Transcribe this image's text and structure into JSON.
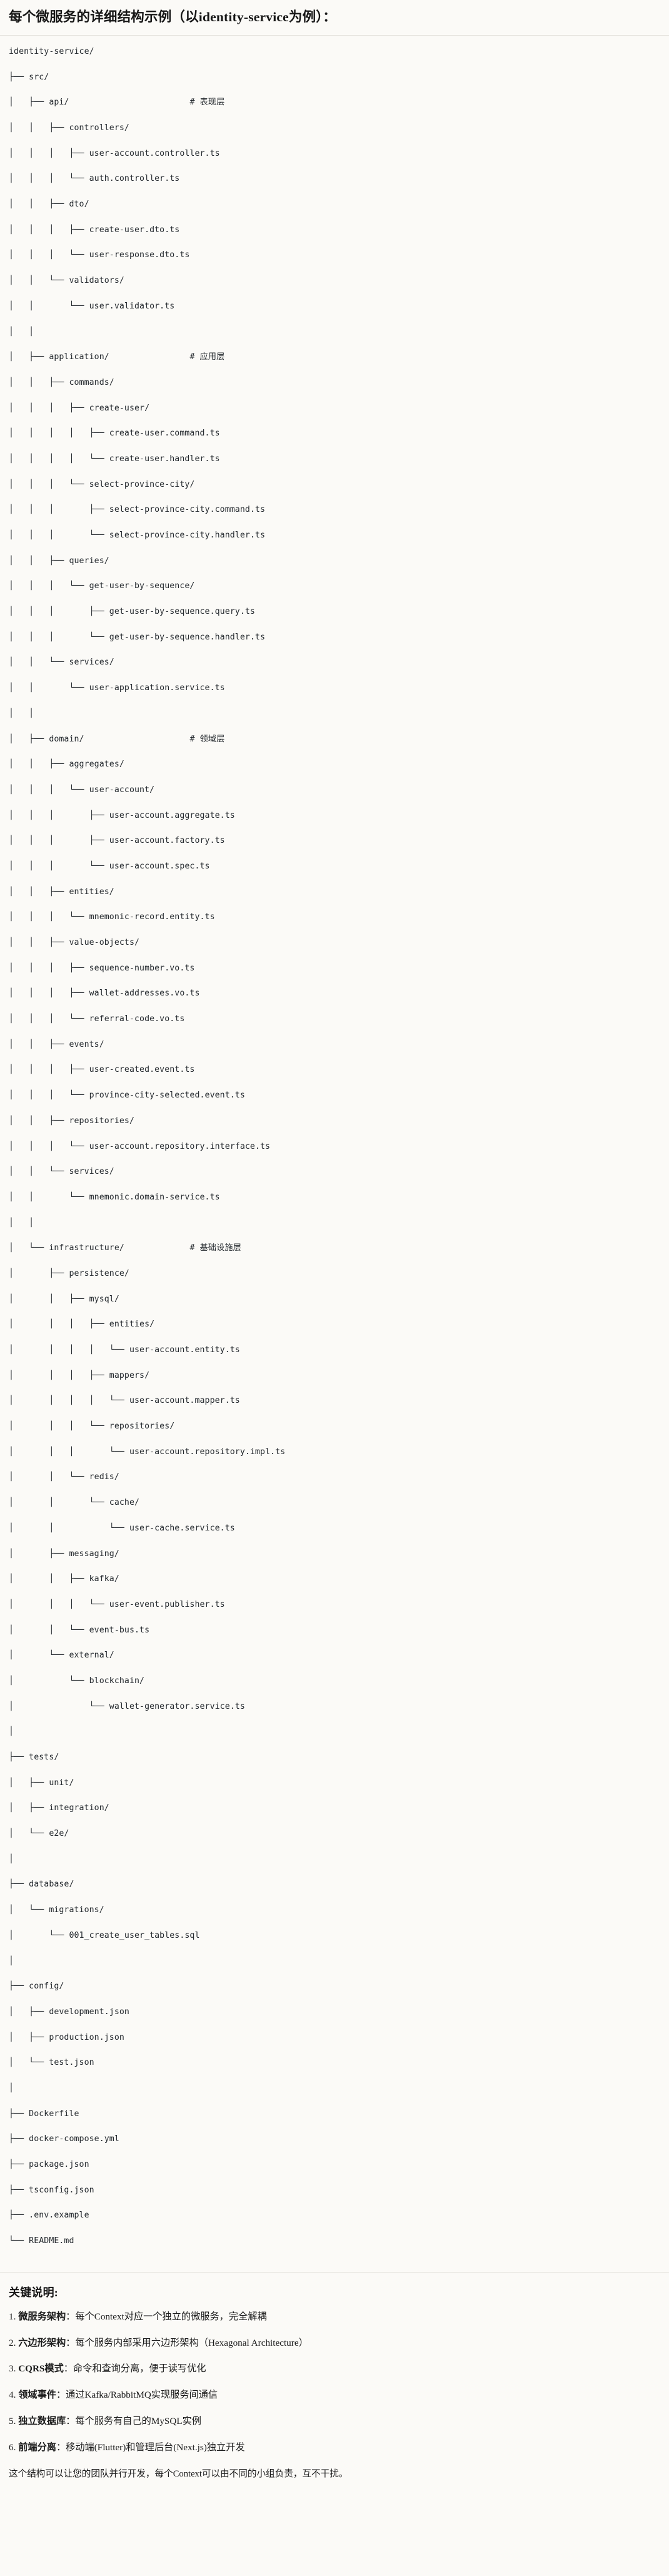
{
  "header": {
    "title": "每个微服务的详细结构示例（以identity-service为例）："
  },
  "tree": {
    "root": "identity-service/",
    "lines": [
      {
        "text": "identity-service/",
        "comment": ""
      },
      {
        "text": "├── src/",
        "comment": ""
      },
      {
        "text": "│   ├── api/",
        "comment": "# 表现层"
      },
      {
        "text": "│   │   ├── controllers/",
        "comment": ""
      },
      {
        "text": "│   │   │   ├── user-account.controller.ts",
        "comment": ""
      },
      {
        "text": "│   │   │   └── auth.controller.ts",
        "comment": ""
      },
      {
        "text": "│   │   ├── dto/",
        "comment": ""
      },
      {
        "text": "│   │   │   ├── create-user.dto.ts",
        "comment": ""
      },
      {
        "text": "│   │   │   └── user-response.dto.ts",
        "comment": ""
      },
      {
        "text": "│   │   └── validators/",
        "comment": ""
      },
      {
        "text": "│   │       └── user.validator.ts",
        "comment": ""
      },
      {
        "text": "│   │",
        "comment": ""
      },
      {
        "text": "│   ├── application/",
        "comment": "# 应用层"
      },
      {
        "text": "│   │   ├── commands/",
        "comment": ""
      },
      {
        "text": "│   │   │   ├── create-user/",
        "comment": ""
      },
      {
        "text": "│   │   │   │   ├── create-user.command.ts",
        "comment": ""
      },
      {
        "text": "│   │   │   │   └── create-user.handler.ts",
        "comment": ""
      },
      {
        "text": "│   │   │   └── select-province-city/",
        "comment": ""
      },
      {
        "text": "│   │   │       ├── select-province-city.command.ts",
        "comment": ""
      },
      {
        "text": "│   │   │       └── select-province-city.handler.ts",
        "comment": ""
      },
      {
        "text": "│   │   ├── queries/",
        "comment": ""
      },
      {
        "text": "│   │   │   └── get-user-by-sequence/",
        "comment": ""
      },
      {
        "text": "│   │   │       ├── get-user-by-sequence.query.ts",
        "comment": ""
      },
      {
        "text": "│   │   │       └── get-user-by-sequence.handler.ts",
        "comment": ""
      },
      {
        "text": "│   │   └── services/",
        "comment": ""
      },
      {
        "text": "│   │       └── user-application.service.ts",
        "comment": ""
      },
      {
        "text": "│   │",
        "comment": ""
      },
      {
        "text": "│   ├── domain/",
        "comment": "# 领域层"
      },
      {
        "text": "│   │   ├── aggregates/",
        "comment": ""
      },
      {
        "text": "│   │   │   └── user-account/",
        "comment": ""
      },
      {
        "text": "│   │   │       ├── user-account.aggregate.ts",
        "comment": ""
      },
      {
        "text": "│   │   │       ├── user-account.factory.ts",
        "comment": ""
      },
      {
        "text": "│   │   │       └── user-account.spec.ts",
        "comment": ""
      },
      {
        "text": "│   │   ├── entities/",
        "comment": ""
      },
      {
        "text": "│   │   │   └── mnemonic-record.entity.ts",
        "comment": ""
      },
      {
        "text": "│   │   ├── value-objects/",
        "comment": ""
      },
      {
        "text": "│   │   │   ├── sequence-number.vo.ts",
        "comment": ""
      },
      {
        "text": "│   │   │   ├── wallet-addresses.vo.ts",
        "comment": ""
      },
      {
        "text": "│   │   │   └── referral-code.vo.ts",
        "comment": ""
      },
      {
        "text": "│   │   ├── events/",
        "comment": ""
      },
      {
        "text": "│   │   │   ├── user-created.event.ts",
        "comment": ""
      },
      {
        "text": "│   │   │   └── province-city-selected.event.ts",
        "comment": ""
      },
      {
        "text": "│   │   ├── repositories/",
        "comment": ""
      },
      {
        "text": "│   │   │   └── user-account.repository.interface.ts",
        "comment": ""
      },
      {
        "text": "│   │   └── services/",
        "comment": ""
      },
      {
        "text": "│   │       └── mnemonic.domain-service.ts",
        "comment": ""
      },
      {
        "text": "│   │",
        "comment": ""
      },
      {
        "text": "│   └── infrastructure/",
        "comment": "# 基础设施层"
      },
      {
        "text": "│       ├── persistence/",
        "comment": ""
      },
      {
        "text": "│       │   ├── mysql/",
        "comment": ""
      },
      {
        "text": "│       │   │   ├── entities/",
        "comment": ""
      },
      {
        "text": "│       │   │   │   └── user-account.entity.ts",
        "comment": ""
      },
      {
        "text": "│       │   │   ├── mappers/",
        "comment": ""
      },
      {
        "text": "│       │   │   │   └── user-account.mapper.ts",
        "comment": ""
      },
      {
        "text": "│       │   │   └── repositories/",
        "comment": ""
      },
      {
        "text": "│       │   │       └── user-account.repository.impl.ts",
        "comment": ""
      },
      {
        "text": "│       │   └── redis/",
        "comment": ""
      },
      {
        "text": "│       │       └── cache/",
        "comment": ""
      },
      {
        "text": "│       │           └── user-cache.service.ts",
        "comment": ""
      },
      {
        "text": "│       ├── messaging/",
        "comment": ""
      },
      {
        "text": "│       │   ├── kafka/",
        "comment": ""
      },
      {
        "text": "│       │   │   └── user-event.publisher.ts",
        "comment": ""
      },
      {
        "text": "│       │   └── event-bus.ts",
        "comment": ""
      },
      {
        "text": "│       └── external/",
        "comment": ""
      },
      {
        "text": "│           └── blockchain/",
        "comment": ""
      },
      {
        "text": "│               └── wallet-generator.service.ts",
        "comment": ""
      },
      {
        "text": "│",
        "comment": ""
      },
      {
        "text": "├── tests/",
        "comment": ""
      },
      {
        "text": "│   ├── unit/",
        "comment": ""
      },
      {
        "text": "│   ├── integration/",
        "comment": ""
      },
      {
        "text": "│   └── e2e/",
        "comment": ""
      },
      {
        "text": "│",
        "comment": ""
      },
      {
        "text": "├── database/",
        "comment": ""
      },
      {
        "text": "│   └── migrations/",
        "comment": ""
      },
      {
        "text": "│       └── 001_create_user_tables.sql",
        "comment": ""
      },
      {
        "text": "│",
        "comment": ""
      },
      {
        "text": "├── config/",
        "comment": ""
      },
      {
        "text": "│   ├── development.json",
        "comment": ""
      },
      {
        "text": "│   ├── production.json",
        "comment": ""
      },
      {
        "text": "│   └── test.json",
        "comment": ""
      },
      {
        "text": "│",
        "comment": ""
      },
      {
        "text": "├── Dockerfile",
        "comment": ""
      },
      {
        "text": "├── docker-compose.yml",
        "comment": ""
      },
      {
        "text": "├── package.json",
        "comment": ""
      },
      {
        "text": "├── tsconfig.json",
        "comment": ""
      },
      {
        "text": "├── .env.example",
        "comment": ""
      },
      {
        "text": "└── README.md",
        "comment": ""
      }
    ]
  },
  "notes": {
    "heading": "关键说明:",
    "items": [
      {
        "num": "1.",
        "term": "微服务架构",
        "sep": "：",
        "desc": "每个Context对应一个独立的微服务，完全解耦"
      },
      {
        "num": "2.",
        "term": "六边形架构",
        "sep": "：",
        "desc": "每个服务内部采用六边形架构（Hexagonal Architecture）"
      },
      {
        "num": "3.",
        "term": "CQRS模式",
        "sep": "：",
        "desc": "命令和查询分离，便于读写优化"
      },
      {
        "num": "4.",
        "term": "领域事件",
        "sep": "：",
        "desc": "通过Kafka/RabbitMQ实现服务间通信"
      },
      {
        "num": "5.",
        "term": "独立数据库",
        "sep": "：",
        "desc": "每个服务有自己的MySQL实例"
      },
      {
        "num": "6.",
        "term": "前端分离",
        "sep": "：",
        "desc": "移动端(Flutter)和管理后台(Next.js)独立开发"
      }
    ],
    "footer": "这个结构可以让您的团队并行开发，每个Context可以由不同的小组负责，互不干扰。"
  },
  "style": {
    "page_bg": "#fbfaf7",
    "text_color": "#1b1b1b",
    "code_color": "#24292e",
    "divider_color": "#e4e2dd"
  }
}
